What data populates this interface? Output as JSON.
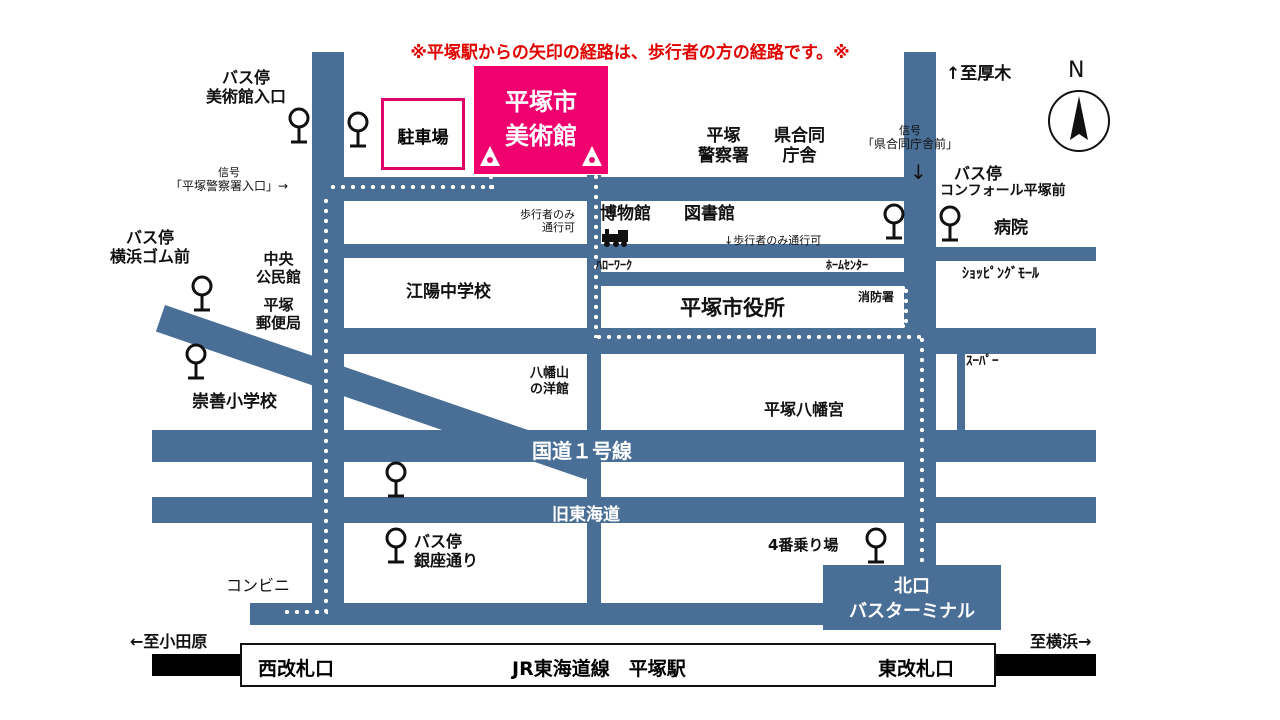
{
  "notice": "※平塚駅からの矢印の経路は、歩行者の方の経路です。※",
  "museum": {
    "line1": "平塚市",
    "line2": "美術館",
    "color": "#f0006e"
  },
  "parking": "駐車場",
  "compass": "N",
  "roads": {
    "route1": "国道１号線",
    "old_tokaido": "旧東海道"
  },
  "station": {
    "west_gate": "西改札口",
    "line_name": "JR東海道線　平塚駅",
    "east_gate": "東改札口"
  },
  "bus_terminal": {
    "line1": "北口",
    "line2": "バスターミナル"
  },
  "directions": {
    "to_odawara": "←至小田原",
    "to_yokohama": "至横浜→",
    "to_atsugi": "↑至厚木"
  },
  "pedestrian_only_1": {
    "line1": "歩行者のみ",
    "line2": "通行可"
  },
  "pedestrian_only_2": "↓歩行者のみ通行可",
  "signal_police": {
    "line1": "信号",
    "line2": "「平塚警察署入口」→"
  },
  "signal_gov": {
    "line1": "信号",
    "line2": "「県合同庁舎前」"
  },
  "arrow_down": "↓",
  "bus_stops": {
    "museum_entrance": {
      "line1": "バス停",
      "line2": "美術館入口"
    },
    "yokohama_rubber": {
      "line1": "バス停",
      "line2": "横浜ゴム前"
    },
    "confort": {
      "line1": "バス停",
      "line2": "コンフォール平塚前"
    },
    "ginza": {
      "line1": "バス停",
      "line2": "銀座通り"
    },
    "platform4": "4番乗り場"
  },
  "places": {
    "police1": "平塚",
    "police2": "警察署",
    "gov1": "県合同",
    "gov2": "庁舎",
    "museum_hist": "博物館",
    "library": "図書館",
    "hospital": "病院",
    "hello_work": "ﾊﾛｰﾜｰｸ",
    "home_center": "ﾎｰﾑｾﾝﾀｰ",
    "shopping_mall": "ｼｮｯﾋﾟﾝｸﾞﾓｰﾙ",
    "fire_station": "消防署",
    "city_hall": "平塚市役所",
    "koyo_school": "江陽中学校",
    "community1": "中央",
    "community2": "公民館",
    "post1": "平塚",
    "post2": "郵便局",
    "yawata_house1": "八幡山",
    "yawata_house2": "の洋館",
    "supermarket": "ｽｰﾊﾟｰ",
    "shrine": "平塚八幡宮",
    "sozen_school": "崇善小学校",
    "convenience": "コンビニ"
  },
  "colors": {
    "road": "#4a6f97",
    "notice": "#e00000",
    "accent": "#f0006e"
  },
  "icons": [
    "bus-stop-icon",
    "compass-icon",
    "steam-locomotive-icon",
    "museum-icon"
  ]
}
